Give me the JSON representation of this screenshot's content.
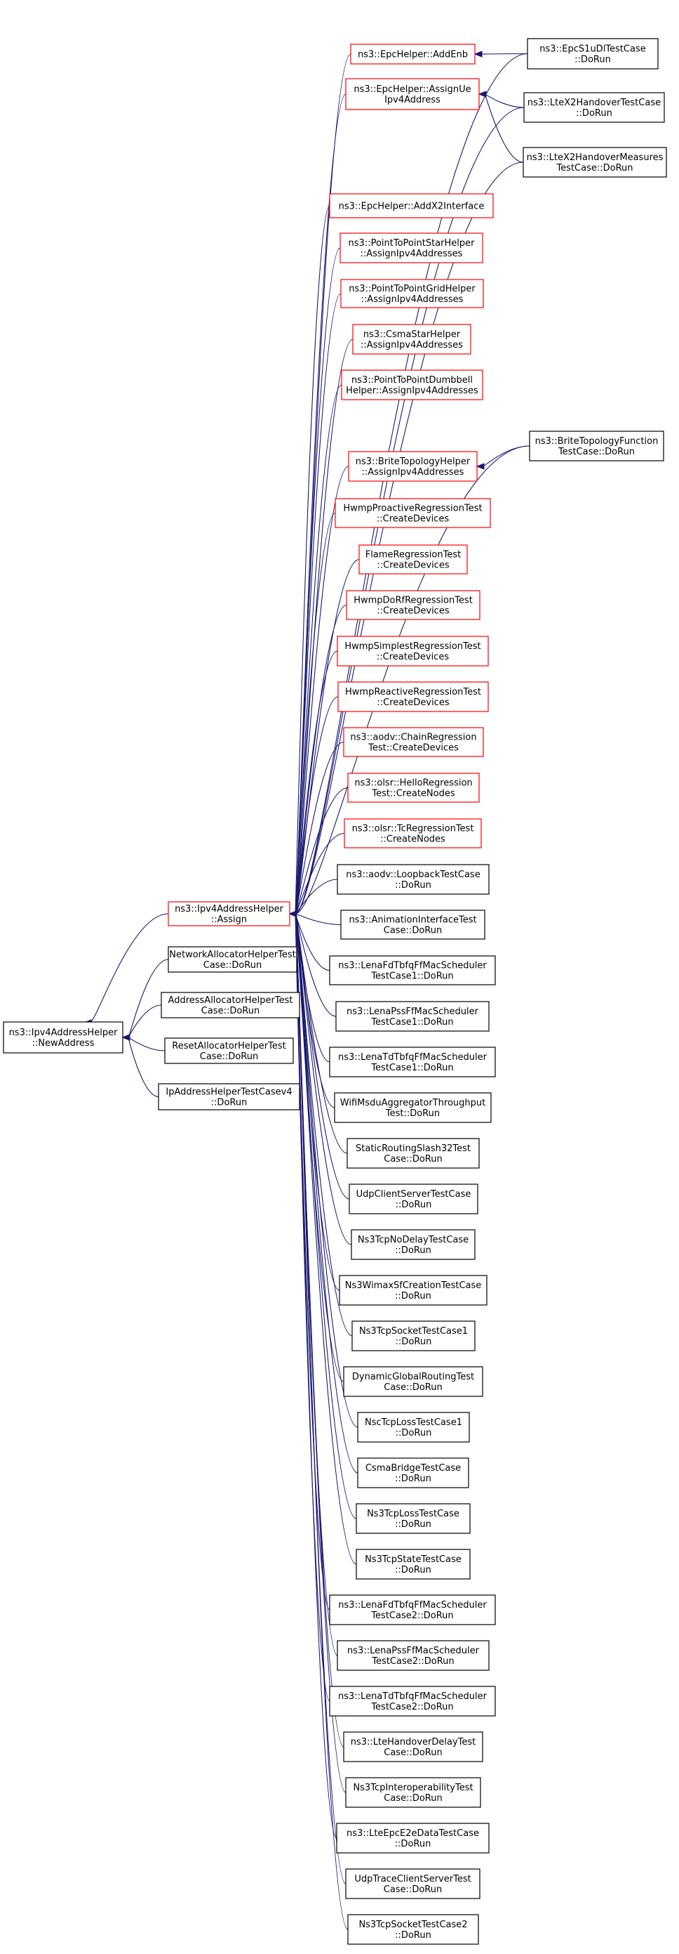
{
  "colors": {
    "edge": "#191970",
    "border_normal": "#000000",
    "border_truncated": "#ff0000",
    "fill_root": "#bfbfbf",
    "fill_normal": "#ffffff"
  },
  "nodes": [
    {
      "id": "root",
      "lines": [
        "ns3::Ipv4AddressHelper",
        "::NewAddress"
      ],
      "style": "root"
    },
    {
      "id": "assign",
      "lines": [
        "ns3::Ipv4AddressHelper",
        "::Assign"
      ],
      "style": "truncated"
    },
    {
      "id": "netalloc",
      "lines": [
        "NetworkAllocatorHelperTest",
        "Case::DoRun"
      ],
      "style": "normal"
    },
    {
      "id": "addralloc",
      "lines": [
        "AddressAllocatorHelperTest",
        "Case::DoRun"
      ],
      "style": "normal"
    },
    {
      "id": "resetalloc",
      "lines": [
        "ResetAllocatorHelperTest",
        "Case::DoRun"
      ],
      "style": "normal"
    },
    {
      "id": "ipaddr4",
      "lines": [
        "IpAddressHelperTestCasev4",
        "::DoRun"
      ],
      "style": "normal"
    },
    {
      "id": "addenb",
      "lines": [
        "ns3::EpcHelper::AddEnb"
      ],
      "style": "truncated"
    },
    {
      "id": "assignue",
      "lines": [
        "ns3::EpcHelper::AssignUe",
        "Ipv4Address"
      ],
      "style": "truncated"
    },
    {
      "id": "addx2",
      "lines": [
        "ns3::EpcHelper::AddX2Interface"
      ],
      "style": "truncated"
    },
    {
      "id": "p2pstar",
      "lines": [
        "ns3::PointToPointStarHelper",
        "::AssignIpv4Addresses"
      ],
      "style": "truncated"
    },
    {
      "id": "p2pgrid",
      "lines": [
        "ns3::PointToPointGridHelper",
        "::AssignIpv4Addresses"
      ],
      "style": "truncated"
    },
    {
      "id": "csmastar",
      "lines": [
        "ns3::CsmaStarHelper",
        "::AssignIpv4Addresses"
      ],
      "style": "truncated"
    },
    {
      "id": "p2pdumb",
      "lines": [
        "ns3::PointToPointDumbbell",
        "Helper::AssignIpv4Addresses"
      ],
      "style": "truncated"
    },
    {
      "id": "brite",
      "lines": [
        "ns3::BriteTopologyHelper",
        "::AssignIpv4Addresses"
      ],
      "style": "truncated"
    },
    {
      "id": "hwmpproact",
      "lines": [
        "HwmpProactiveRegressionTest",
        "::CreateDevices"
      ],
      "style": "truncated"
    },
    {
      "id": "flame",
      "lines": [
        "FlameRegressionTest",
        "::CreateDevices"
      ],
      "style": "truncated"
    },
    {
      "id": "hwmpdorf",
      "lines": [
        "HwmpDoRfRegressionTest",
        "::CreateDevices"
      ],
      "style": "truncated"
    },
    {
      "id": "hwmpsimple",
      "lines": [
        "HwmpSimplestRegressionTest",
        "::CreateDevices"
      ],
      "style": "truncated"
    },
    {
      "id": "hwmpreact",
      "lines": [
        "HwmpReactiveRegressionTest",
        "::CreateDevices"
      ],
      "style": "truncated"
    },
    {
      "id": "aodvchain",
      "lines": [
        "ns3::aodv::ChainRegression",
        "Test::CreateDevices"
      ],
      "style": "truncated"
    },
    {
      "id": "olsrhello",
      "lines": [
        "ns3::olsr::HelloRegression",
        "Test::CreateNodes"
      ],
      "style": "truncated"
    },
    {
      "id": "olsrtc",
      "lines": [
        "ns3::olsr::TcRegressionTest",
        "::CreateNodes"
      ],
      "style": "truncated"
    },
    {
      "id": "aodvloop",
      "lines": [
        "ns3::aodv::LoopbackTestCase",
        "::DoRun"
      ],
      "style": "normal"
    },
    {
      "id": "anim",
      "lines": [
        "ns3::AnimationInterfaceTest",
        "Case::DoRun"
      ],
      "style": "normal"
    },
    {
      "id": "lenafd1",
      "lines": [
        "ns3::LenaFdTbfqFfMacScheduler",
        "TestCase1::DoRun"
      ],
      "style": "normal"
    },
    {
      "id": "lenapss1",
      "lines": [
        "ns3::LenaPssFfMacScheduler",
        "TestCase1::DoRun"
      ],
      "style": "normal"
    },
    {
      "id": "lenatd1",
      "lines": [
        "ns3::LenaTdTbfqFfMacScheduler",
        "TestCase1::DoRun"
      ],
      "style": "normal"
    },
    {
      "id": "wifimsdu",
      "lines": [
        "WifiMsduAggregatorThroughput",
        "Test::DoRun"
      ],
      "style": "normal"
    },
    {
      "id": "static32",
      "lines": [
        "StaticRoutingSlash32Test",
        "Case::DoRun"
      ],
      "style": "normal"
    },
    {
      "id": "udpcs",
      "lines": [
        "UdpClientServerTestCase",
        "::DoRun"
      ],
      "style": "normal"
    },
    {
      "id": "tcpnodelay",
      "lines": [
        "Ns3TcpNoDelayTestCase",
        "::DoRun"
      ],
      "style": "normal"
    },
    {
      "id": "wimax",
      "lines": [
        "Ns3WimaxSfCreationTestCase",
        "::DoRun"
      ],
      "style": "normal"
    },
    {
      "id": "tcpsock1",
      "lines": [
        "Ns3TcpSocketTestCase1",
        "::DoRun"
      ],
      "style": "normal"
    },
    {
      "id": "dyngr",
      "lines": [
        "DynamicGlobalRoutingTest",
        "Case::DoRun"
      ],
      "style": "normal"
    },
    {
      "id": "nsctcploss",
      "lines": [
        "NscTcpLossTestCase1",
        "::DoRun"
      ],
      "style": "normal"
    },
    {
      "id": "csmabridge",
      "lines": [
        "CsmaBridgeTestCase",
        "::DoRun"
      ],
      "style": "normal"
    },
    {
      "id": "tcploss",
      "lines": [
        "Ns3TcpLossTestCase",
        "::DoRun"
      ],
      "style": "normal"
    },
    {
      "id": "tcpstate",
      "lines": [
        "Ns3TcpStateTestCase",
        "::DoRun"
      ],
      "style": "normal"
    },
    {
      "id": "lenafd2",
      "lines": [
        "ns3::LenaFdTbfqFfMacScheduler",
        "TestCase2::DoRun"
      ],
      "style": "normal"
    },
    {
      "id": "lenapss2",
      "lines": [
        "ns3::LenaPssFfMacScheduler",
        "TestCase2::DoRun"
      ],
      "style": "normal"
    },
    {
      "id": "lenatd2",
      "lines": [
        "ns3::LenaTdTbfqFfMacScheduler",
        "TestCase2::DoRun"
      ],
      "style": "normal"
    },
    {
      "id": "ltehodelay",
      "lines": [
        "ns3::LteHandoverDelayTest",
        "Case::DoRun"
      ],
      "style": "normal"
    },
    {
      "id": "tcpinterop",
      "lines": [
        "Ns3TcpInteroperabilityTest",
        "Case::DoRun"
      ],
      "style": "normal"
    },
    {
      "id": "lteepce2e",
      "lines": [
        "ns3::LteEpcE2eDataTestCase",
        "::DoRun"
      ],
      "style": "normal"
    },
    {
      "id": "udptrace",
      "lines": [
        "UdpTraceClientServerTest",
        "Case::DoRun"
      ],
      "style": "normal"
    },
    {
      "id": "tcpsock2",
      "lines": [
        "Ns3TcpSocketTestCase2",
        "::DoRun"
      ],
      "style": "normal"
    },
    {
      "id": "epcs1u",
      "lines": [
        "ns3::EpcS1uDlTestCase",
        "::DoRun"
      ],
      "style": "normal"
    },
    {
      "id": "ltex2ho",
      "lines": [
        "ns3::LteX2HandoverTestCase",
        "::DoRun"
      ],
      "style": "normal"
    },
    {
      "id": "ltex2hom",
      "lines": [
        "ns3::LteX2HandoverMeasures",
        "TestCase::DoRun"
      ],
      "style": "normal"
    },
    {
      "id": "britefn",
      "lines": [
        "ns3::BriteTopologyFunction",
        "TestCase::DoRun"
      ],
      "style": "normal"
    }
  ],
  "edges": [
    [
      "assign",
      "root"
    ],
    [
      "netalloc",
      "root"
    ],
    [
      "addralloc",
      "root"
    ],
    [
      "resetalloc",
      "root"
    ],
    [
      "ipaddr4",
      "root"
    ],
    [
      "addenb",
      "assign"
    ],
    [
      "assignue",
      "assign"
    ],
    [
      "epcs1u",
      "assign"
    ],
    [
      "ltex2ho",
      "assign"
    ],
    [
      "ltex2hom",
      "assign"
    ],
    [
      "addx2",
      "assign"
    ],
    [
      "p2pstar",
      "assign"
    ],
    [
      "p2pgrid",
      "assign"
    ],
    [
      "csmastar",
      "assign"
    ],
    [
      "p2pdumb",
      "assign"
    ],
    [
      "britefn",
      "assign"
    ],
    [
      "brite",
      "assign"
    ],
    [
      "hwmpproact",
      "assign"
    ],
    [
      "flame",
      "assign"
    ],
    [
      "hwmpdorf",
      "assign"
    ],
    [
      "hwmpsimple",
      "assign"
    ],
    [
      "hwmpreact",
      "assign"
    ],
    [
      "aodvchain",
      "assign"
    ],
    [
      "olsrhello",
      "assign"
    ],
    [
      "olsrtc",
      "assign"
    ],
    [
      "aodvloop",
      "assign"
    ],
    [
      "anim",
      "assign"
    ],
    [
      "lenafd1",
      "assign"
    ],
    [
      "lenapss1",
      "assign"
    ],
    [
      "lenatd1",
      "assign"
    ],
    [
      "wifimsdu",
      "assign"
    ],
    [
      "static32",
      "assign"
    ],
    [
      "udpcs",
      "assign"
    ],
    [
      "tcpnodelay",
      "assign"
    ],
    [
      "wimax",
      "assign"
    ],
    [
      "tcpsock1",
      "assign"
    ],
    [
      "dyngr",
      "assign"
    ],
    [
      "nsctcploss",
      "assign"
    ],
    [
      "csmabridge",
      "assign"
    ],
    [
      "tcploss",
      "assign"
    ],
    [
      "tcpstate",
      "assign"
    ],
    [
      "lenafd2",
      "assign"
    ],
    [
      "lenapss2",
      "assign"
    ],
    [
      "lenatd2",
      "assign"
    ],
    [
      "ltehodelay",
      "assign"
    ],
    [
      "tcpinterop",
      "assign"
    ],
    [
      "lteepce2e",
      "assign"
    ],
    [
      "udptrace",
      "assign"
    ],
    [
      "tcpsock2",
      "assign"
    ],
    [
      "epcs1u",
      "addenb"
    ],
    [
      "ltex2ho",
      "assignue"
    ],
    [
      "ltex2hom",
      "assignue"
    ],
    [
      "britefn",
      "brite"
    ]
  ]
}
